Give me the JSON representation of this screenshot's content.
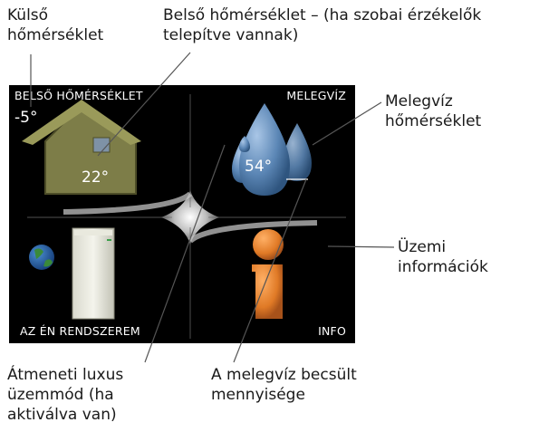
{
  "callouts": {
    "outdoor_temp": "Külső\nhőmérséklet",
    "indoor_temp": "Belső hőmérséklet – (ha szobai érzékelők\ntelepítve vannak)",
    "hot_water_temp": "Melegvíz\nhőmérséklet",
    "operating_info": "Üzemi\ninformációk",
    "temp_lux": "Átmeneti luxus\nüzemmód (ha\naktiválva van)",
    "hot_water_amount": "A melegvíz becsült\nmennyisége"
  },
  "screen": {
    "quadrants": {
      "indoor_climate": "BELSŐ HŐMÉRSÉKLET",
      "hot_water": "MELEGVÍZ",
      "my_system": "AZ ÉN RENDSZEREM",
      "info": "INFO"
    },
    "outdoor_temp": "-5°",
    "indoor_temp": "22°",
    "hot_water_temp": "54°"
  },
  "colors": {
    "screen_bg": "#000000",
    "house": "#8a8a52",
    "water_drop": "#5b86b5",
    "info_icon": "#e07a26"
  }
}
